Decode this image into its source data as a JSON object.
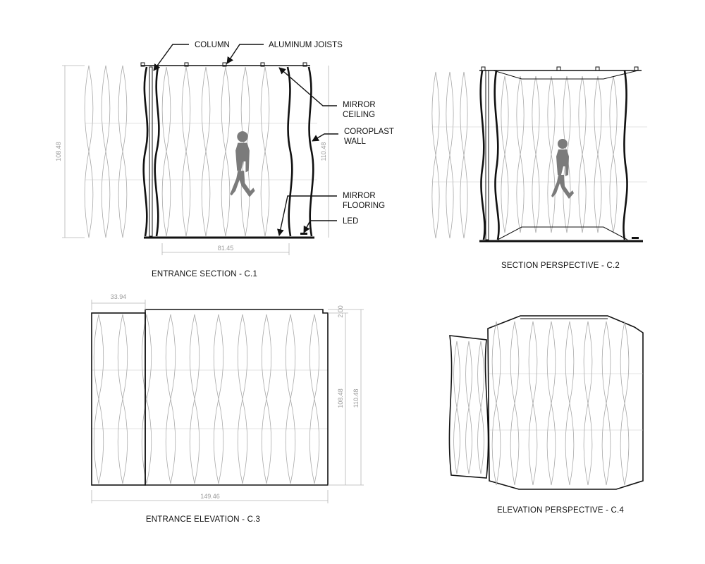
{
  "drawings": {
    "c1": {
      "caption": "ENTRANCE SECTION - C.1",
      "callouts": {
        "column": "COLUMN",
        "joists": "ALUMINUM JOISTS",
        "mirror_ceiling_1": "MIRROR",
        "mirror_ceiling_2": "CEILING",
        "coroplast_1": "COROPLAST",
        "coroplast_2": "WALL",
        "mirror_flooring_1": "MIRROR",
        "mirror_flooring_2": "FLOORING",
        "led": "LED"
      },
      "dims": {
        "height_left": "108.48",
        "height_right": "110.48",
        "width_bottom": "81.45"
      }
    },
    "c2": {
      "caption": "SECTION PERSPECTIVE - C.2"
    },
    "c3": {
      "caption": "ENTRANCE ELEVATION - C.3",
      "dims": {
        "top_left": "33.94",
        "top_step": "2.00",
        "height_inner": "108.48",
        "height_outer": "110.48",
        "width_total": "149.46"
      }
    },
    "c4": {
      "caption": "ELEVATION PERSPECTIVE - C.4"
    }
  },
  "colors": {
    "ink": "#111111",
    "light_line": "#a9a9a9",
    "dimension": "#9a9a9a",
    "figure": "#7b7b7b"
  },
  "icons": [
    "person-silhouette-icon",
    "arrow-icon"
  ]
}
